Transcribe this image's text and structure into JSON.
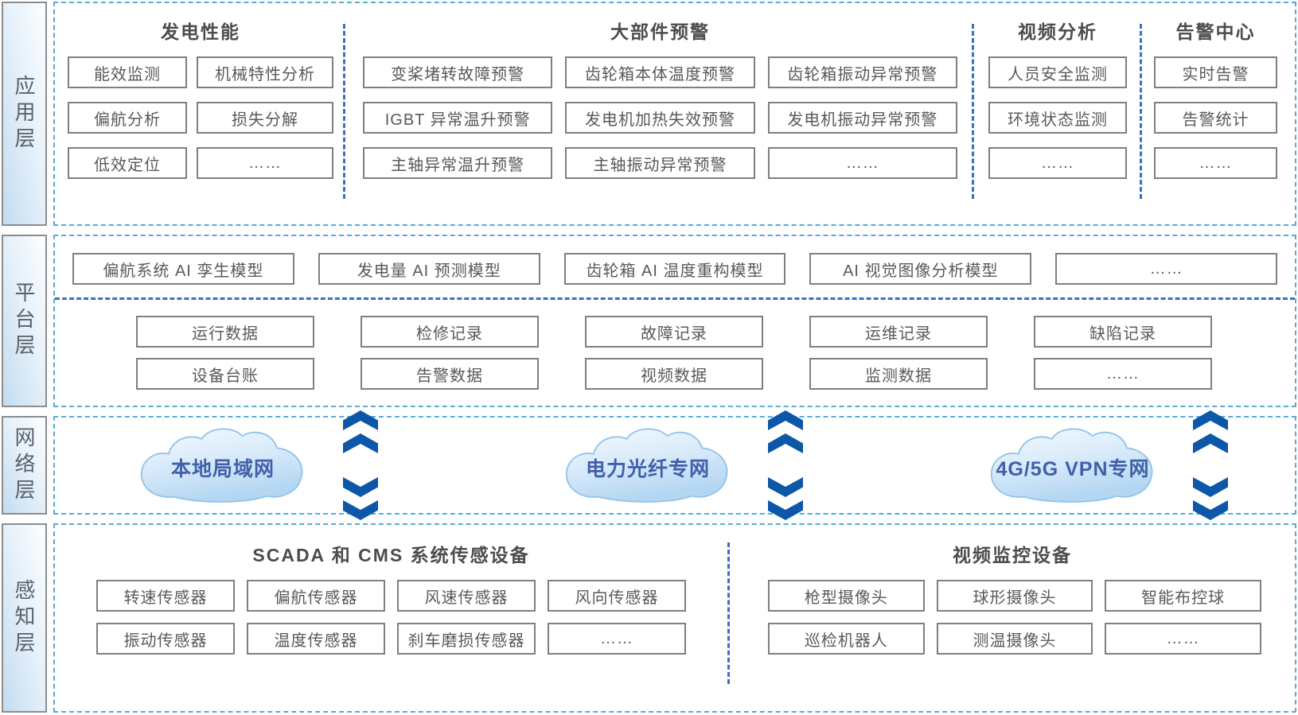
{
  "colors": {
    "light_dash": "#55abdb",
    "dark_dash": "#3a70c2",
    "box_border": "#7f7f7f",
    "box_text": "#595959",
    "title_text": "#4c4c4c",
    "label_border": "#8c8c8c",
    "cloud_text": "#4060aa",
    "chevron": "#0d57a8"
  },
  "layers": [
    {
      "label": "应用层",
      "sections": [
        {
          "title": "发电性能",
          "items": [
            "能效监测",
            "机械特性分析",
            "偏航分析",
            "损失分解",
            "低效定位",
            "……"
          ]
        },
        {
          "title": "大部件预警",
          "items": [
            "变桨堵转故障预警",
            "齿轮箱本体温度预警",
            "齿轮箱振动异常预警",
            "IGBT 异常温升预警",
            "发电机加热失效预警",
            "发电机振动异常预警",
            "主轴异常温升预警",
            "主轴振动异常预警",
            "……"
          ]
        },
        {
          "title": "视频分析",
          "items": [
            "人员安全监测",
            "环境状态监测",
            "……"
          ]
        },
        {
          "title": "告警中心",
          "items": [
            "实时告警",
            "告警统计",
            "……"
          ]
        }
      ]
    },
    {
      "label": "平台层",
      "ai_models": [
        "偏航系统 AI 孪生模型",
        "发电量 AI 预测模型",
        "齿轮箱 AI 温度重构模型",
        "AI 视觉图像分析模型",
        "……"
      ],
      "data_items": [
        "运行数据",
        "检修记录",
        "故障记录",
        "运维记录",
        "缺陷记录",
        "设备台账",
        "告警数据",
        "视频数据",
        "监测数据",
        "……"
      ]
    },
    {
      "label": "网络层",
      "networks": [
        "本地局域网",
        "电力光纤专网",
        "4G/5G VPN专网"
      ]
    },
    {
      "label": "感知层",
      "sections": [
        {
          "title": "SCADA 和 CMS 系统传感设备",
          "items": [
            "转速传感器",
            "偏航传感器",
            "风速传感器",
            "风向传感器",
            "振动传感器",
            "温度传感器",
            "刹车磨损传感器",
            "……"
          ]
        },
        {
          "title": "视频监控设备",
          "items": [
            "枪型摄像头",
            "球形摄像头",
            "智能布控球",
            "巡检机器人",
            "测温摄像头",
            "……"
          ]
        }
      ]
    }
  ]
}
